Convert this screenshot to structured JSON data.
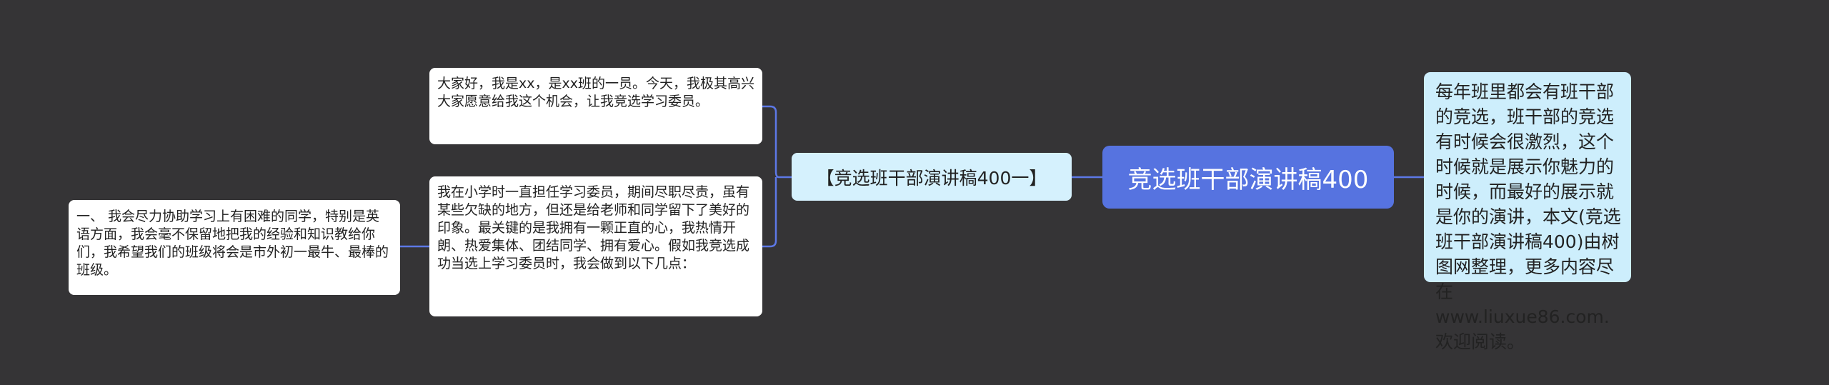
{
  "colors": {
    "background": "#353436",
    "connector": "#5d78e6",
    "root_fill": "#5673e0",
    "summary_fill": "#cdeefc",
    "branch_fill": "#d5f1fd",
    "leaf_fill": "#ffffff"
  },
  "mindmap": {
    "root": "竞选班干部演讲稿400",
    "summary": "每年班里都会有班干部的竞选，班干部的竞选有时候会很激烈，这个时候就是展示你魅力的时候，而最好的展示就是你的演讲，本文(竞选班干部演讲稿400)由树图网整理，更多内容尽在www.liuxue86.com.欢迎阅读。",
    "branch": "【竞选班干部演讲稿400一】",
    "leaves": [
      "大家好，我是xx，是xx班的一员。今天，我极其高兴大家愿意给我这个机会，让我竞选学习委员。",
      "我在小学时一直担任学习委员，期间尽职尽责，虽有某些欠缺的地方，但还是给老师和同学留下了美好的印象。最关键的是我拥有一颗正直的心，我热情开朗、热爱集体、团结同学、拥有爱心。假如我竞选成功当选上学习委员时，我会做到以下几点：",
      "一、 我会尽力协助学习上有困难的同学，特别是英语方面，我会毫不保留地把我的经验和知识教给你们，我希望我们的班级将会是市外初一最牛、最棒的班级。"
    ]
  }
}
